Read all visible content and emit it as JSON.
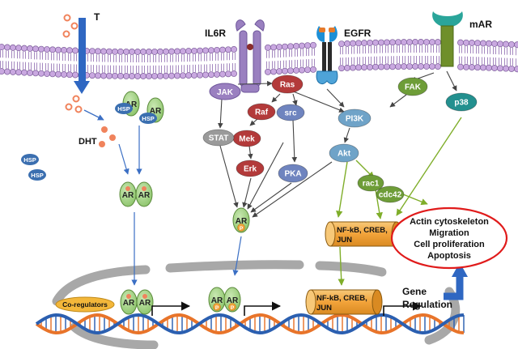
{
  "labels": {
    "t": "T",
    "dht": "DHT",
    "il6r": "IL6R",
    "egfr": "EGFR",
    "mar": "mAR",
    "hsp": "HSP",
    "ar": "AR",
    "p": "P",
    "jak": "JAK",
    "ras": "Ras",
    "raf": "Raf",
    "mek": "Mek",
    "erk": "Erk",
    "src": "src",
    "stat": "STAT",
    "pka": "PKA",
    "pi3k": "PI3K",
    "akt": "Akt",
    "fak": "FAK",
    "p38": "p38",
    "rac1": "rac1",
    "cdc42": "cdc42",
    "tf_cyto_line1": "NF-kB, CREB,",
    "tf_cyto_line2": "JUN",
    "tf_nuc_line1": "NF-kB, CREB,",
    "tf_nuc_line2": "JUN",
    "coregulators": "Co-regulators",
    "gene_line1": "Gene",
    "gene_line2": "Regulation",
    "outcomes": [
      "Actin cytoskeleton",
      "Migration",
      "Cell proliferation",
      "Apoptosis"
    ]
  },
  "colors": {
    "membrane_head": "#c9a8e0",
    "membrane_tail": "#9a7bb8",
    "membrane_edge": "#7b5c99",
    "hormone": "#f0835c",
    "arrow_blue": "#3b6fc4",
    "arrow_green": "#7fae2a",
    "arrow_dark": "#444444",
    "hsp": "#3b6fb0",
    "ar_green": "#a8d58b",
    "ar_edge": "#5a8a3a",
    "node_red": "#b33a3a",
    "node_blue": "#6f84bf",
    "node_teal": "#23908f",
    "node_lightblue": "#6fa3c8",
    "node_green": "#6e9d38",
    "node_gray": "#9a9a9a",
    "node_purple": "#9a80c0",
    "cylinder": "#f2a33a",
    "nucleus": "#a8a8a8",
    "dna_a": "#e8742a",
    "dna_b": "#2b5fb0",
    "outcome_edge": "#e01b1b",
    "blue_big_arrow": "#2f67c2"
  }
}
